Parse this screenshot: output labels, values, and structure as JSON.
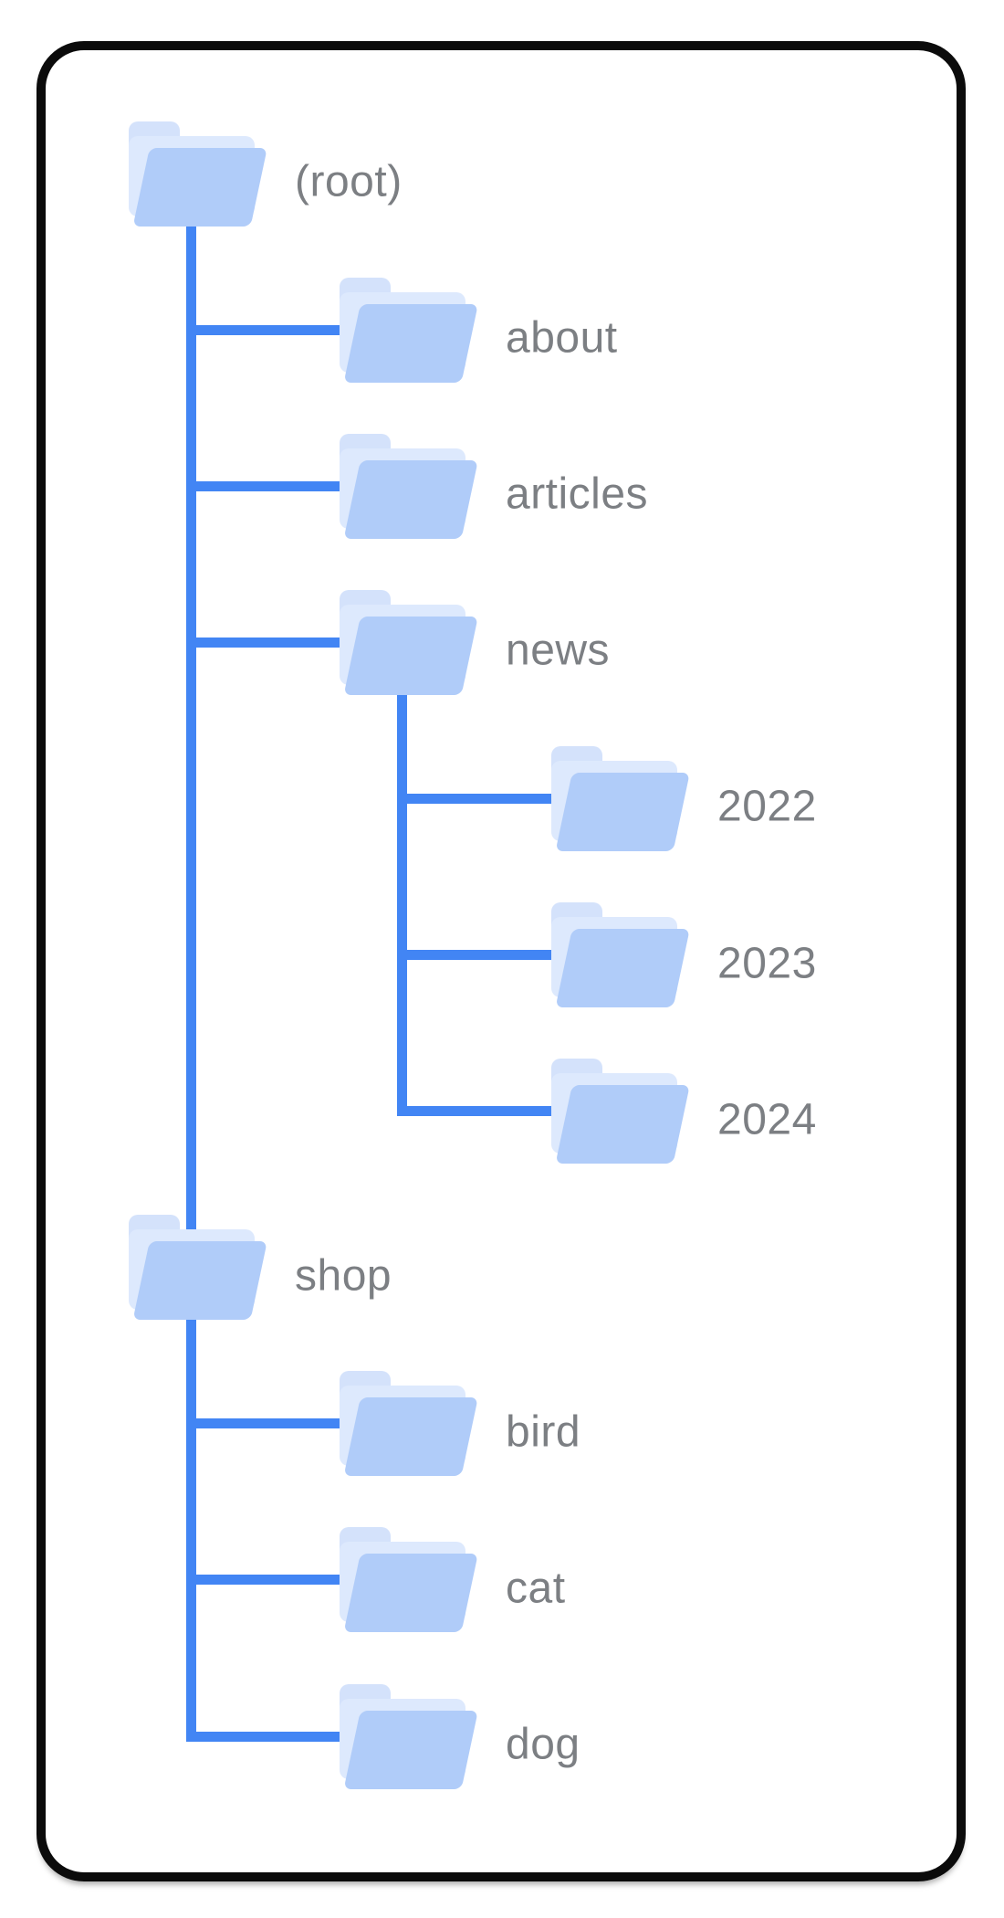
{
  "diagram": {
    "type": "folder-tree",
    "description": "Site directory structure diagram inside a rounded black-border card",
    "tree": {
      "label": "(root)",
      "children": [
        {
          "label": "about"
        },
        {
          "label": "articles"
        },
        {
          "label": "news",
          "children": [
            {
              "label": "2022"
            },
            {
              "label": "2023"
            },
            {
              "label": "2024"
            }
          ]
        },
        {
          "label": "shop",
          "inline_on_trunk": true,
          "children": [
            {
              "label": "bird"
            },
            {
              "label": "cat"
            },
            {
              "label": "dog"
            }
          ]
        }
      ]
    },
    "colors": {
      "connector": "#4285f4",
      "folder_front": "#b0ccf9",
      "folder_back_sheet": "#dde9fd",
      "folder_tab": "#d4e2fb",
      "label_text": "#7c7f83",
      "card_border": "#0b0b0b",
      "background": "#ffffff"
    }
  }
}
